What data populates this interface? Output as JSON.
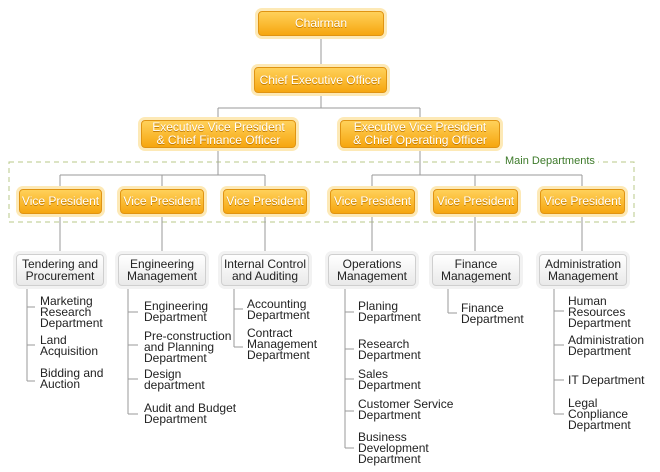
{
  "chairman": "Chairman",
  "ceo": "Chief Executive Officer",
  "evp_cfo": "Executive Vice President\n& Chief Finance Officer",
  "evp_coo": "Executive Vice President\n& Chief Operating Officer",
  "main_departments_label": "Main Departments",
  "vice_president_label": "Vice President",
  "groups": [
    {
      "name": "Tendering and Procurement",
      "departments": [
        "Marketing Research Department",
        "Land Acquisition",
        "Bidding and Auction"
      ]
    },
    {
      "name": "Engineering Management",
      "departments": [
        "Engineering Department",
        "Pre-construction and Planning Department",
        "Design department",
        "Audit and Budget Department"
      ]
    },
    {
      "name": "Internal Control and Auditing",
      "departments": [
        "Accounting Department",
        "Contract Management Department"
      ]
    },
    {
      "name": "Operations Management",
      "departments": [
        "Planing Department",
        "Research Department",
        "Sales Department",
        "Customer Service Department",
        "Business Development Department"
      ]
    },
    {
      "name": "Finance Management",
      "departments": [
        "Finance Department"
      ]
    },
    {
      "name": "Administration Management",
      "departments": [
        "Human Resources Department",
        "Administration Department",
        "IT Department",
        "Legal Conpliance Department"
      ]
    }
  ]
}
